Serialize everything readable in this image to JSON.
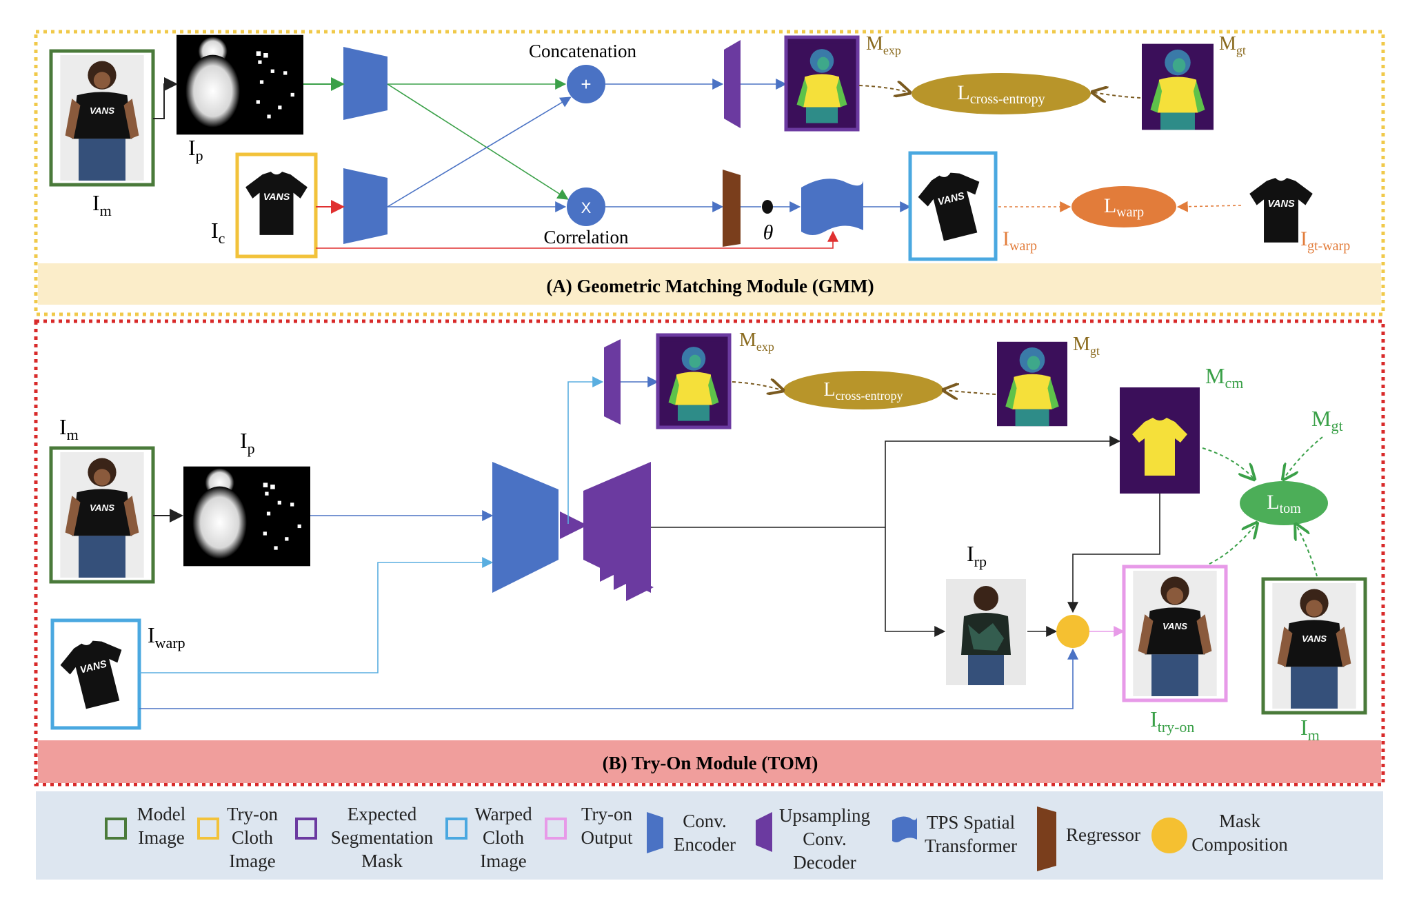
{
  "gmm": {
    "title": "(A) Geometric Matching Module (GMM)",
    "concat_label": "Concatenation",
    "corr_label": "Correlation",
    "plus_symbol": "+",
    "times_symbol": "X",
    "theta_symbol": "θ",
    "im": {
      "base": "I",
      "sub": "m"
    },
    "ip": {
      "base": "I",
      "sub": "p"
    },
    "ic": {
      "base": "I",
      "sub": "c"
    },
    "mexp": {
      "base": "M",
      "sub": "exp"
    },
    "mgt": {
      "base": "M",
      "sub": "gt"
    },
    "lce": {
      "base": "L",
      "sub": "cross-entropy"
    },
    "lwarp": {
      "base": "L",
      "sub": "warp"
    },
    "iwarp": {
      "base": "I",
      "sub": "warp"
    },
    "igtwarp": {
      "base": "I",
      "sub": "gt-warp"
    },
    "shirt_text": "VANS"
  },
  "tom": {
    "title": "(B) Try-On Module (TOM)",
    "im": {
      "base": "I",
      "sub": "m"
    },
    "ip": {
      "base": "I",
      "sub": "p"
    },
    "iwarp": {
      "base": "I",
      "sub": "warp"
    },
    "mexp": {
      "base": "M",
      "sub": "exp"
    },
    "mgt": {
      "base": "M",
      "sub": "gt"
    },
    "lce": {
      "base": "L",
      "sub": "cross-entropy"
    },
    "mcm": {
      "base": "M",
      "sub": "cm"
    },
    "mgt2": {
      "base": "M",
      "sub": "gt"
    },
    "ltom": {
      "base": "L",
      "sub": "tom"
    },
    "irp": {
      "base": "I",
      "sub": "rp"
    },
    "itryon": {
      "base": "I",
      "sub": "try-on"
    },
    "im2": {
      "base": "I",
      "sub": "m"
    }
  },
  "legend": {
    "model_image": [
      "Model",
      "Image"
    ],
    "tryon_cloth": [
      "Try-on",
      "Cloth",
      "Image"
    ],
    "expected_seg": [
      "Expected",
      "Segmentation",
      "Mask"
    ],
    "warped_cloth": [
      "Warped",
      "Cloth",
      "Image"
    ],
    "tryon_output": [
      "Try-on",
      "Output"
    ],
    "conv_encoder": [
      "Conv.",
      "Encoder"
    ],
    "upsampling": [
      "Upsampling",
      "Conv.",
      "Decoder"
    ],
    "tps": [
      "TPS Spatial",
      "Transformer"
    ],
    "regressor": [
      "Regressor"
    ],
    "mask_comp": [
      "Mask",
      "Composition"
    ]
  },
  "colors": {
    "model_green": "#4a7a3a",
    "cloth_yellow": "#f2c23a",
    "seg_purple": "#6b3aa0",
    "warp_blue": "#4aa8e0",
    "tryon_pink": "#e79ae8",
    "encoder_blue": "#4a72c4",
    "decoder_purple": "#6b3aa0",
    "regressor_brown": "#7a3e1c",
    "mask_yellow": "#f5c031",
    "loss_gold": "#b8952a",
    "loss_orange": "#e27c3a",
    "loss_green": "#4cae58",
    "gmm_band": "#fbedc9",
    "tom_band": "#f09e9c",
    "legend_bg": "#dde6f0"
  }
}
